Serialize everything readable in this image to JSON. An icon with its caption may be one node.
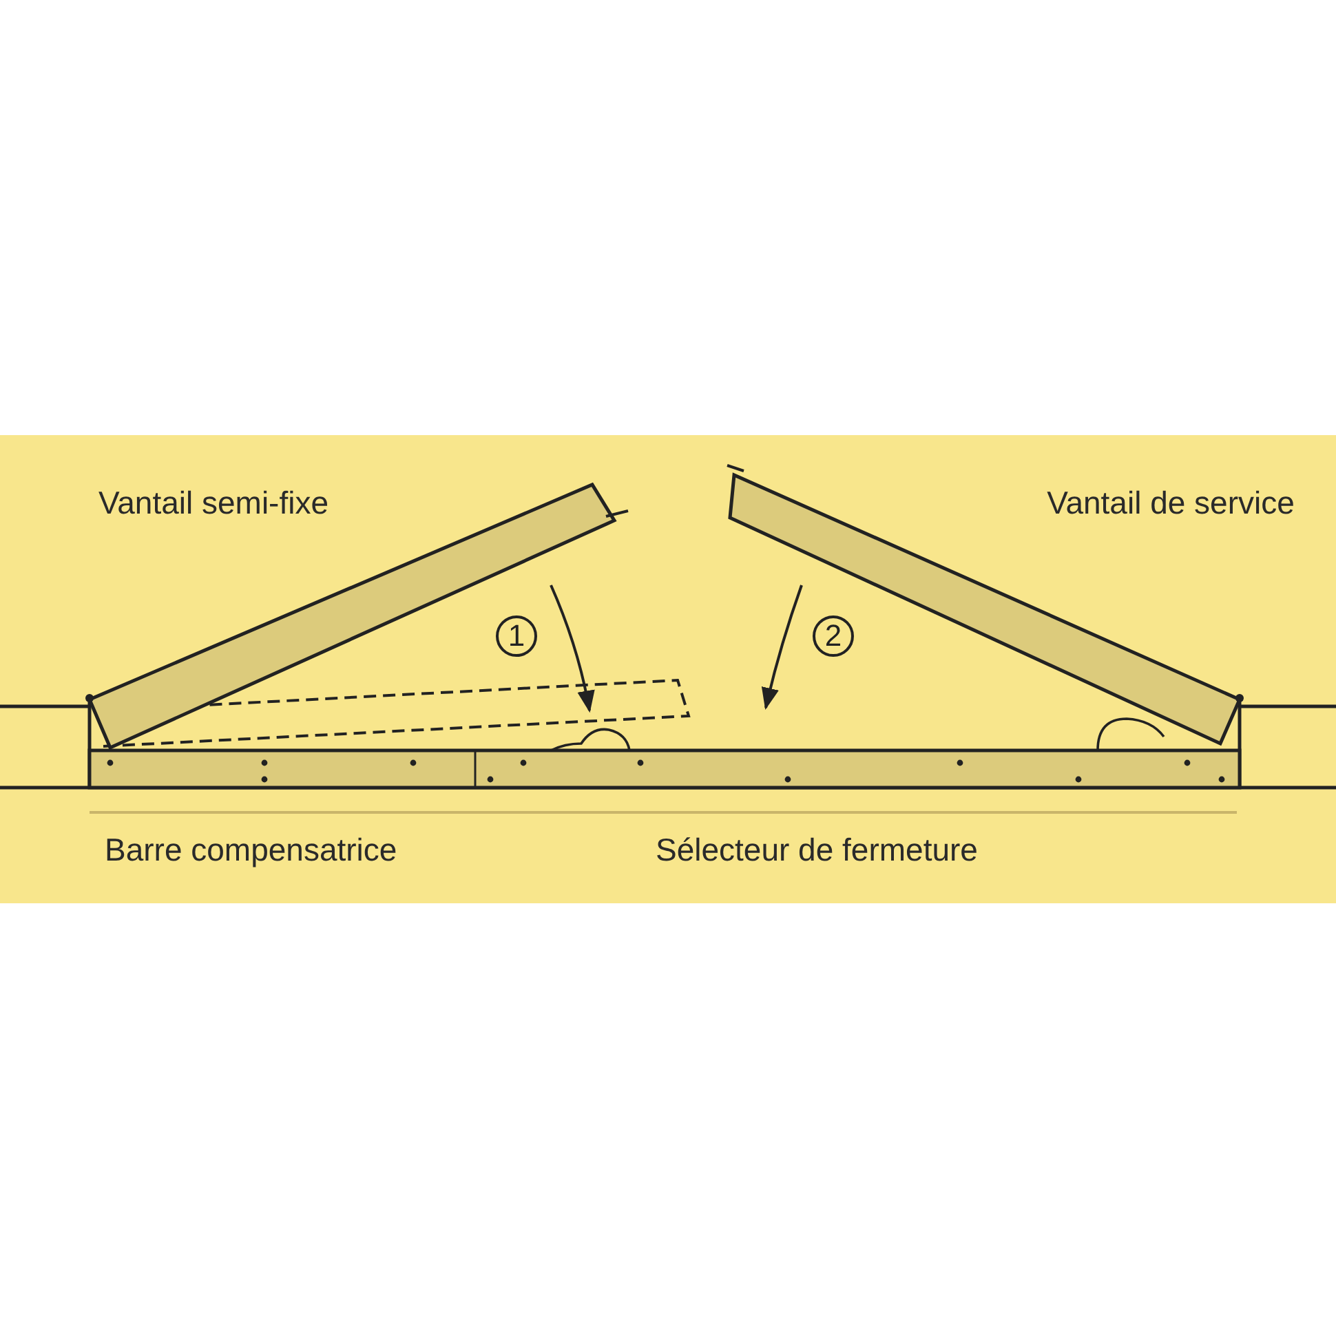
{
  "diagram": {
    "nodes": [
      {
        "text": [
          "1"
        ]
      },
      {
        "text": [
          "2"
        ]
      }
    ],
    "edges": [],
    "labels": [
      "Vantail semi-fixe",
      "Vantail de service",
      "Barre compensatrice",
      "Sélecteur de fermeture"
    ]
  }
}
